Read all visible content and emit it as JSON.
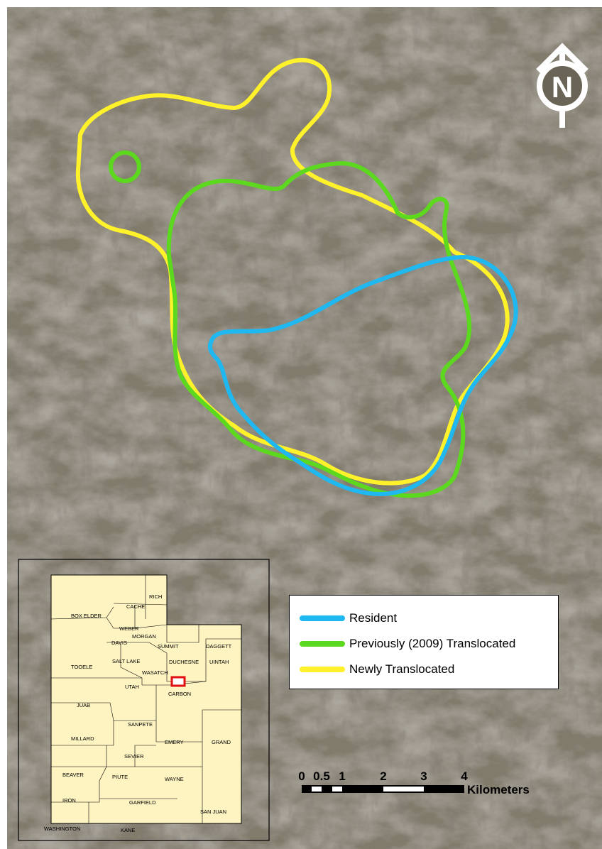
{
  "legend": {
    "items": [
      {
        "label": "Resident",
        "color": "#1fb8f0"
      },
      {
        "label": "Previously (2009) Translocated",
        "color": "#5cd91f"
      },
      {
        "label": "Newly Translocated",
        "color": "#fff22b"
      }
    ]
  },
  "north_arrow": {
    "label": "N"
  },
  "scale_bar": {
    "ticks": [
      "0",
      "0.5",
      "1",
      "2",
      "3",
      "4"
    ],
    "unit": "Kilometers"
  },
  "inset": {
    "highlight_color": "#e01010",
    "counties": [
      {
        "name": "RICH"
      },
      {
        "name": "CACHE"
      },
      {
        "name": "BOX ELDER"
      },
      {
        "name": "WEBER"
      },
      {
        "name": "MORGAN"
      },
      {
        "name": "DAVIS"
      },
      {
        "name": "SUMMIT"
      },
      {
        "name": "DAGGETT"
      },
      {
        "name": "SALT LAKE"
      },
      {
        "name": "TOOELE"
      },
      {
        "name": "WASATCH"
      },
      {
        "name": "DUCHESNE"
      },
      {
        "name": "UINTAH"
      },
      {
        "name": "UTAH"
      },
      {
        "name": "JUAB"
      },
      {
        "name": "CARBON"
      },
      {
        "name": "SANPETE"
      },
      {
        "name": "MILLARD"
      },
      {
        "name": "EMERY"
      },
      {
        "name": "GRAND"
      },
      {
        "name": "SEVIER"
      },
      {
        "name": "BEAVER"
      },
      {
        "name": "PIUTE"
      },
      {
        "name": "WAYNE"
      },
      {
        "name": "IRON"
      },
      {
        "name": "GARFIELD"
      },
      {
        "name": "SAN JUAN"
      },
      {
        "name": "WASHINGTON"
      },
      {
        "name": "KANE"
      }
    ]
  }
}
